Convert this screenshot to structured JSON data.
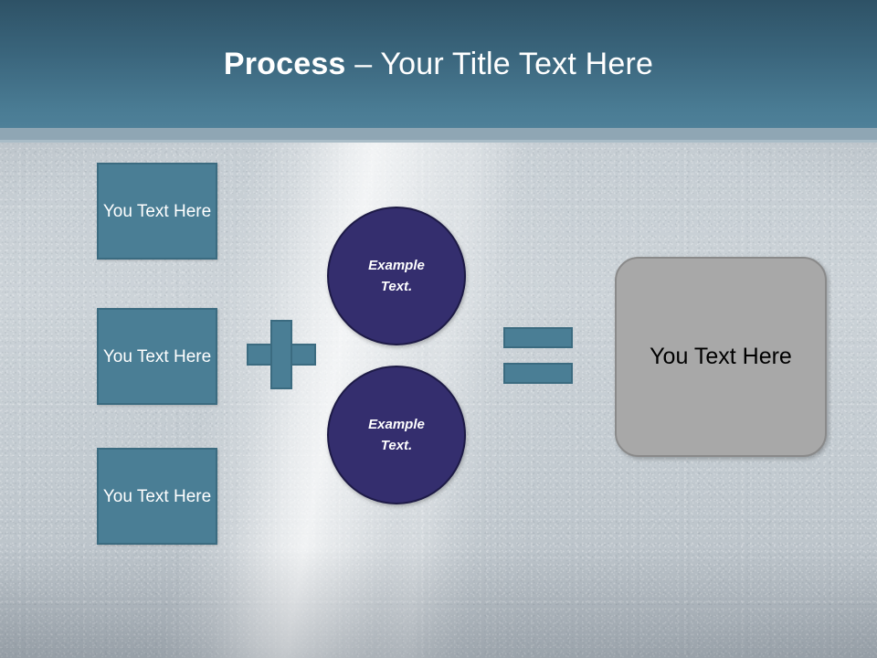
{
  "slide": {
    "title": {
      "strong": "Process ",
      "light": "– Your Title Text Here"
    }
  },
  "left_boxes": [
    {
      "label": "You Text Here"
    },
    {
      "label": "You Text Here"
    },
    {
      "label": "You Text Here"
    }
  ],
  "operators": {
    "plus": "plus-sign",
    "equals": "equals-sign"
  },
  "circles": [
    {
      "line1": "Example",
      "line2": "Text."
    },
    {
      "line1": "Example",
      "line2": "Text."
    }
  ],
  "result_box": {
    "label": "You Text Here"
  },
  "colors": {
    "header_top": "#2e5266",
    "header_bottom": "#4e8099",
    "box_fill": "#4a7e95",
    "box_border": "#3b6b80",
    "circle_fill": "#342e6e",
    "circle_border": "#1d1a46",
    "result_fill": "#a8a8a8",
    "title_text": "#ffffff"
  }
}
